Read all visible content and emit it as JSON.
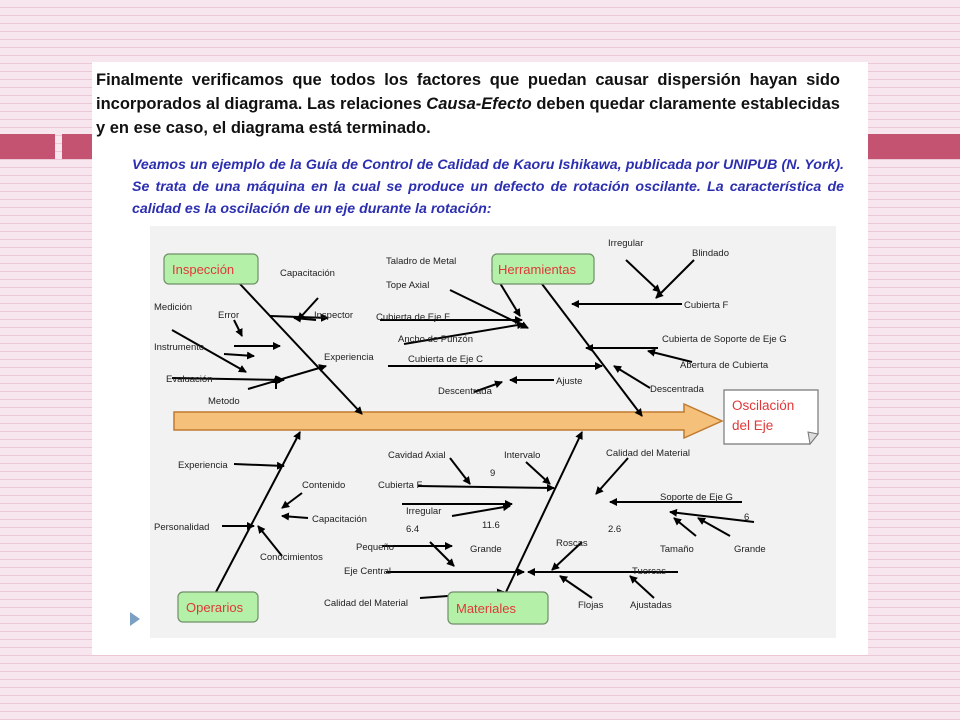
{
  "slide": {
    "intro": {
      "part1": "Finalmente verificamos que todos los factores que puedan causar dispersión hayan sido incorporados al diagrama. Las relaciones ",
      "emphasis": "Causa-Efecto",
      "part2": " deben quedar claramente establecidas y en ese caso, el diagrama está terminado."
    },
    "example": "Veamos un ejemplo de la Guía de Control de Calidad de Kaoru Ishikawa, publicada por UNIPUB (N. York). Se trata de una máquina en la cual se produce un defecto de rotación oscilante. La característica de calidad es la oscilación de un eje durante la rotación:"
  },
  "diagram": {
    "effect": {
      "line1": "Oscilación",
      "line2": "del Eje"
    },
    "categories": {
      "inspeccion": "Inspección",
      "herramientas": "Herramientas",
      "operarios": "Operarios",
      "materiales": "Materiales"
    },
    "labels": {
      "capacitacion_top": "Capacitación",
      "medicion": "Medición",
      "error": "Error",
      "inspector": "Inspector",
      "instrumento": "Instrumento",
      "experiencia_top": "Experiencia",
      "evaluacion": "Evaluación",
      "metodo": "Metodo",
      "taladro": "Taladro de Metal",
      "tope_axial": "Tope Axial",
      "cubierta_eje_f": "Cubierta de Eje F",
      "ancho_punzon": "Ancho de Punzón",
      "cubierta_eje_c": "Cubierta de Eje C",
      "descentrada_1": "Descentrada",
      "ajuste": "Ajuste",
      "irregular_top": "Irregular",
      "blindado": "Blindado",
      "cubierta_f_top": "Cubierta F",
      "cubierta_soporte": "Cubierta de Soporte de Eje G",
      "abertura": "Abertura de Cubierta",
      "descentrada_2": "Descentrada",
      "experiencia_bot": "Experiencia",
      "contenido": "Contenido",
      "capacitacion_bot": "Capacitación",
      "personalidad": "Personalidad",
      "conocimientos": "Conocimientos",
      "cavidad_axial": "Cavidad Axial",
      "intervalo": "Intervalo",
      "nueve": "9",
      "cubierta_f_bot": "Cubierta F",
      "irregular_bot": "Irregular",
      "once_seis": "11.6",
      "seis_cuatro": "6.4",
      "pequeno": "Pequeño",
      "grande_1": "Grande",
      "eje_central": "Eje Central",
      "calidad_material_bot": "Calidad del Material",
      "roscas": "Roscas",
      "calidad_material_top": "Calidad del Material",
      "soporte_eje_g": "Soporte de Eje G",
      "seis": "6",
      "dos_seis": "2.6",
      "tamano": "Tamaño",
      "grande_2": "Grande",
      "tuercas": "Tuercas",
      "flojas": "Flojas",
      "ajustadas": "Ajustadas"
    },
    "colors": {
      "category_fill": "#b5f0a8",
      "category_border": "#6f8f68",
      "category_text": "#e03838",
      "spine_fill": "#f5c07a",
      "spine_border": "#c07a30",
      "effect_fill": "#ffffff",
      "effect_border": "#777777",
      "effect_text": "#e03838",
      "arrow": "#000000",
      "slide_bar": "#c35370",
      "example_text": "#2c2fb0"
    }
  }
}
